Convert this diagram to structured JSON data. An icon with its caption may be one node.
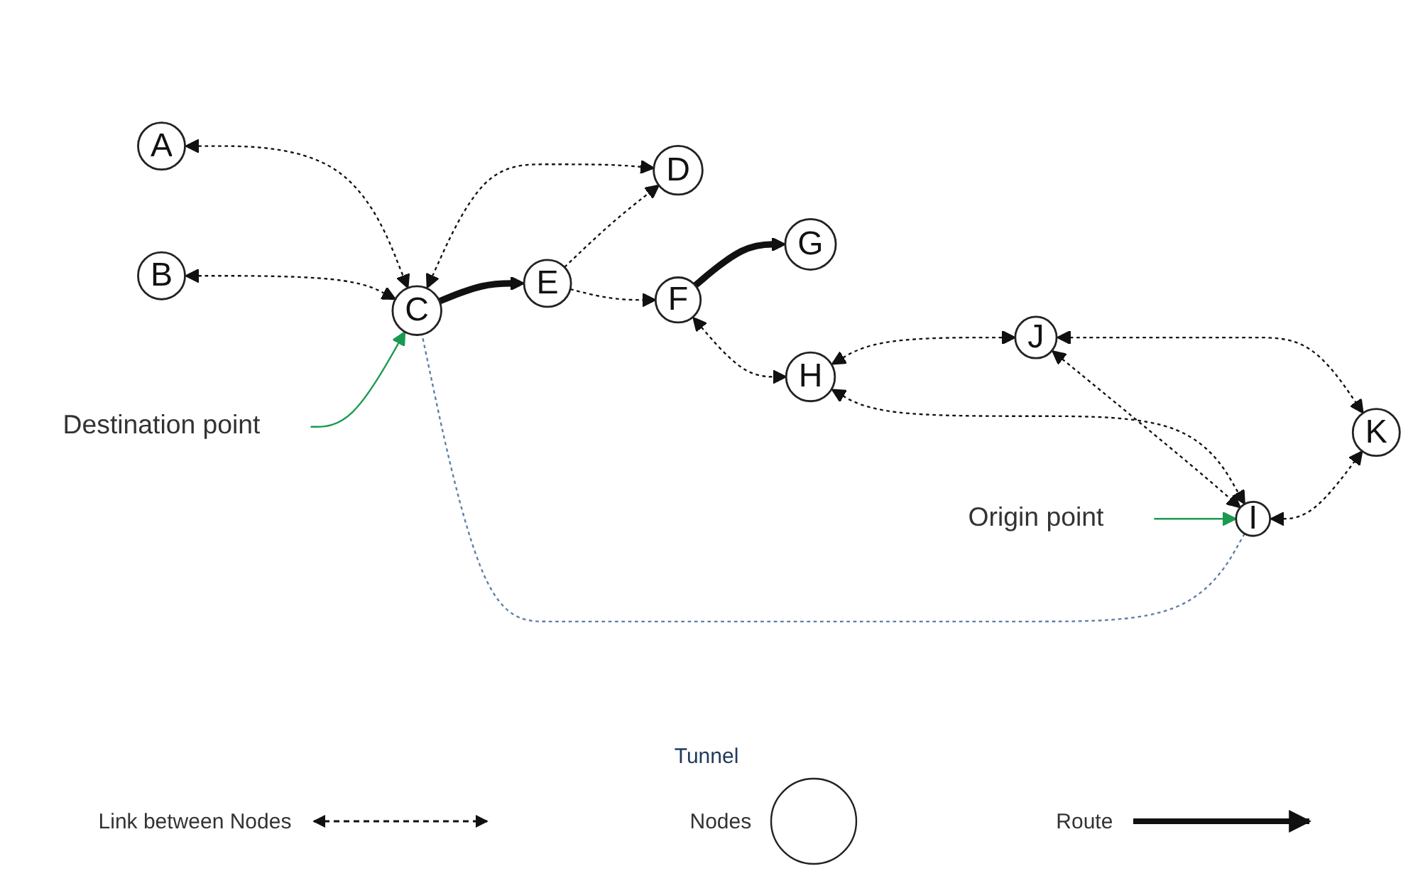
{
  "diagram": {
    "nodes": [
      {
        "text": [
          "A"
        ]
      },
      {
        "text": [
          "B"
        ]
      },
      {
        "text": [
          "C"
        ]
      },
      {
        "text": [
          "D"
        ]
      },
      {
        "text": [
          "E"
        ]
      },
      {
        "text": [
          "F"
        ]
      },
      {
        "text": [
          "G"
        ]
      },
      {
        "text": [
          "H"
        ]
      },
      {
        "text": [
          "I"
        ]
      },
      {
        "text": [
          "J"
        ]
      },
      {
        "text": [
          "K"
        ]
      },
      {
        "text": [
          "Destination point"
        ]
      },
      {
        "text": [
          "Origin point"
        ]
      }
    ],
    "edges": [
      {
        "from": 0,
        "to": 2,
        "arrow": "both",
        "style": "dashed"
      },
      {
        "from": 1,
        "to": 2,
        "arrow": "both",
        "style": "dashed"
      },
      {
        "from": 2,
        "to": 3,
        "arrow": "both",
        "style": "dashed"
      },
      {
        "from": 4,
        "to": 3,
        "arrow": "to",
        "style": "dashed"
      },
      {
        "from": 4,
        "to": 5,
        "arrow": "to",
        "style": "dashed"
      },
      {
        "from": 2,
        "to": 4,
        "arrow": "to",
        "style": "thick"
      },
      {
        "from": 5,
        "to": 6,
        "arrow": "to",
        "style": "thick"
      },
      {
        "from": 5,
        "to": 7,
        "arrow": "both",
        "style": "dashed"
      },
      {
        "from": 7,
        "to": 9,
        "arrow": "both",
        "style": "dashed"
      },
      {
        "from": 7,
        "to": 8,
        "arrow": "both",
        "style": "dashed"
      },
      {
        "from": 9,
        "to": 8,
        "arrow": "both",
        "style": "dashed"
      },
      {
        "from": 9,
        "to": 10,
        "arrow": "both",
        "style": "dashed"
      },
      {
        "from": 8,
        "to": 10,
        "arrow": "both",
        "style": "dashed"
      },
      {
        "from": 8,
        "to": 2,
        "arrow": "none",
        "style": "dashed",
        "color": "#5b7fa6"
      },
      {
        "from": 11,
        "to": 2,
        "arrow": "to",
        "color": "#1a9a50"
      },
      {
        "from": 12,
        "to": 8,
        "arrow": "to",
        "color": "#1a9a50"
      }
    ],
    "labels": [
      "Tunnel"
    ],
    "legend": [
      {
        "text": "Link between Nodes"
      },
      {
        "text": "Nodes"
      },
      {
        "text": "Route"
      }
    ]
  }
}
